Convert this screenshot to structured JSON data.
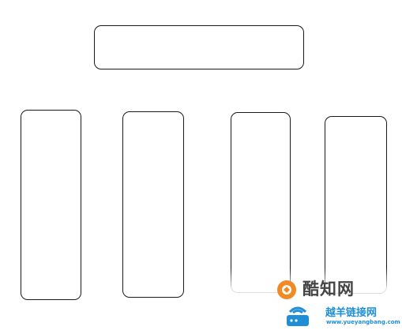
{
  "diagram": {
    "top_box_label": "",
    "column_labels": [
      "",
      "",
      "",
      ""
    ]
  },
  "watermark": {
    "brand_name": "酷知网",
    "site_name": "越羊链接网",
    "url": "www.yueyangbang.com",
    "colors": {
      "primary_text": "#444444",
      "accent_orange": "#f08a24",
      "accent_blue": "#1e8fd6"
    }
  }
}
